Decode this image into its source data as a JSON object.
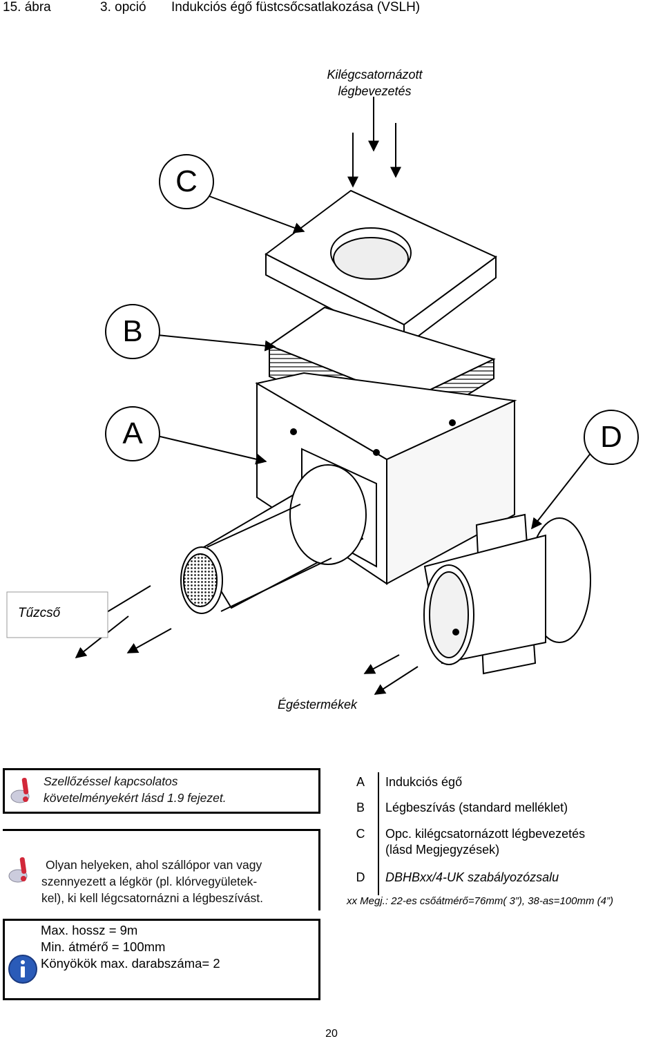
{
  "header": {
    "figure": "15. ábra",
    "option": "3. opció",
    "title": "Indukciós égő füstcsőcsatlakozása (VSLH)"
  },
  "diagram": {
    "duct_label_line1": "Kilégcsatornázott",
    "duct_label_line2": "légbevezetés",
    "markers": {
      "a": "A",
      "b": "B",
      "c": "C",
      "d": "D"
    },
    "fire_tube_label": "Tűzcső",
    "combustion_label": "Égéstermékek"
  },
  "notes": {
    "ventilation_line1": "Szellőzéssel kapcsolatos",
    "ventilation_line2": "követelményekért lásd 1.9 fejezet.",
    "dust_line1": "Olyan helyeken, ahol szállópor van vagy",
    "dust_line2": "szennyezett a légkör (pl. klórvegyületek-",
    "dust_line3": "kel), ki kell légcsatornázni a légbeszívást."
  },
  "legend": {
    "items": [
      {
        "key": "A",
        "text": "Indukciós égő"
      },
      {
        "key": "B",
        "text": "Légbeszívás (standard melléklet)"
      },
      {
        "key": "C",
        "text": "Opc. kilégcsatornázott légbevezetés",
        "text2": "(lásd Megjegyzések)"
      },
      {
        "key": "D",
        "text": "DBHBxx/4-UK szabályozózsalu"
      }
    ],
    "footnote": "xx Megj.: 22-es csőátmérő=76mm( 3”), 38-as=100mm (4”)"
  },
  "info": {
    "line1": "Max. hossz = 9m",
    "line2": "Min. átmérő = 100mm",
    "line3": "Könyökök max. darabszáma= 2"
  },
  "page_number": "20"
}
